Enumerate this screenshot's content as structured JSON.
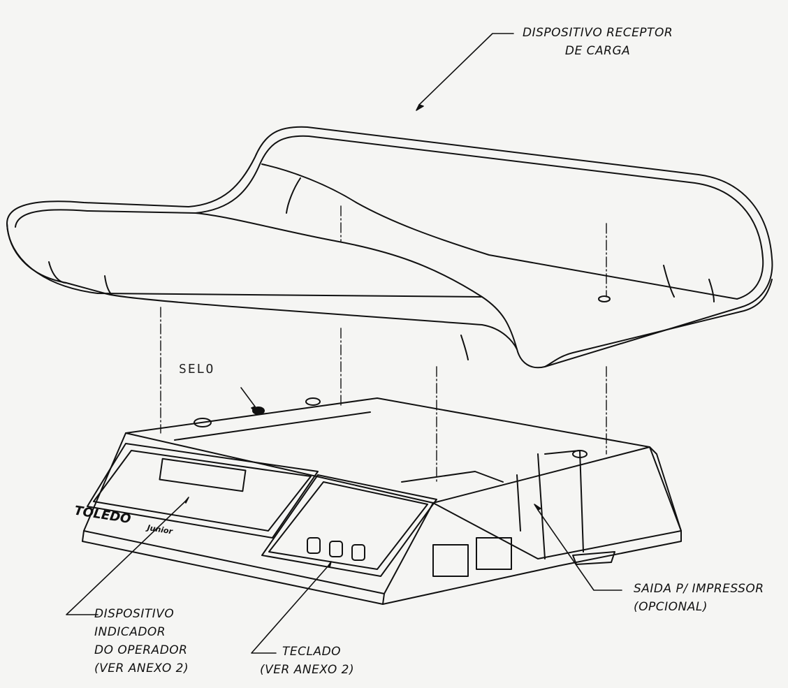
{
  "labels": {
    "receptor": [
      "DISPOSITIVO RECEPTOR",
      "DE CARGA"
    ],
    "selo": "SELO",
    "saida": [
      "SAIDA P/ IMPRESSOR",
      "(OPCIONAL)"
    ],
    "indicador": [
      "DISPOSITIVO",
      "INDICADOR",
      "DO OPERADOR",
      "(VER ANEXO 2)"
    ],
    "teclado": [
      "TECLADO",
      "(VER ANEXO 2)"
    ]
  },
  "scale": {
    "brand_main": "TOLEDO",
    "brand_sub": "Junior"
  },
  "colors": {
    "ink": "#111111",
    "paper": "#f5f5f3"
  }
}
